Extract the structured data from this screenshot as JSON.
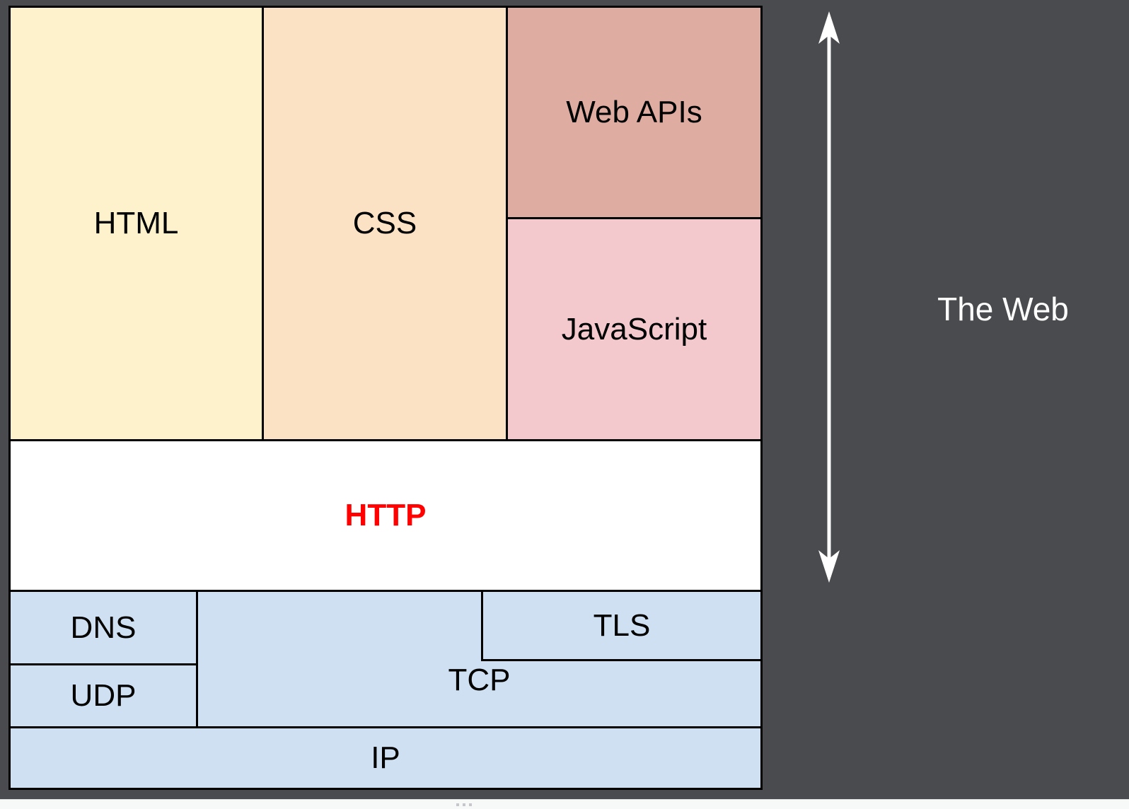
{
  "canvas": {
    "background_color": "#4a4b4f"
  },
  "diagram": {
    "border_color": "#000000",
    "blocks": {
      "html": {
        "label": "HTML",
        "color": "#fdf2cb"
      },
      "css": {
        "label": "CSS",
        "color": "#fce2c5"
      },
      "web_apis": {
        "label": "Web APIs",
        "color": "#dfaca2"
      },
      "javascript": {
        "label": "JavaScript",
        "color": "#f3c9cd"
      },
      "http": {
        "label": "HTTP",
        "color": "#ffffff",
        "label_color": "#fe0100"
      },
      "dns": {
        "label": "DNS",
        "color": "#cfe0f2"
      },
      "udp": {
        "label": "UDP",
        "color": "#cfe0f2"
      },
      "tls": {
        "label": "TLS",
        "color": "#cfe0f2"
      },
      "tcp": {
        "label": "TCP",
        "color": "#cfe0f2"
      },
      "ip": {
        "label": "IP",
        "color": "#cfe0f2"
      }
    }
  },
  "annotation": {
    "label": "The Web",
    "text_color": "#ffffff",
    "arrow": {
      "type": "double-headed-vertical",
      "color": "#ffffff"
    }
  },
  "page_strip": {
    "color": "#f7f8f8",
    "dots_color": "#c7c7cb"
  }
}
